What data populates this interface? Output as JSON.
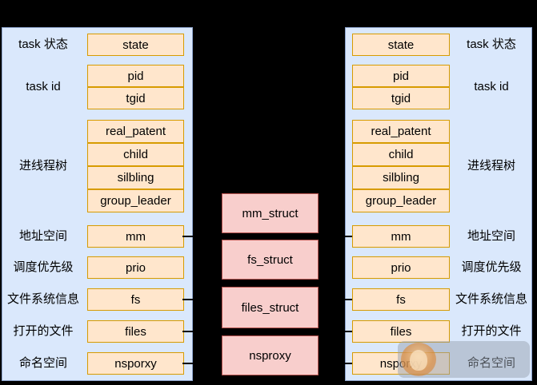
{
  "colors": {
    "background": "#000000",
    "panel_fill": "#dae8fc",
    "panel_border": "#8ca3cc",
    "field_box_fill": "#ffe6cc",
    "field_box_border": "#d79b00",
    "struct_box_fill": "#f8cecc",
    "struct_box_border": "#b85450",
    "text": "#000000"
  },
  "left": {
    "rows": [
      {
        "label": "task 状态",
        "boxes": [
          "state"
        ]
      },
      {
        "label": "task id",
        "boxes": [
          "pid",
          "tgid"
        ]
      },
      {
        "label": "进线程树",
        "boxes": [
          "real_patent",
          "child",
          "silbling",
          "group_leader"
        ]
      },
      {
        "label": "地址空间",
        "boxes": [
          "mm"
        ]
      },
      {
        "label": "调度优先级",
        "boxes": [
          "prio"
        ]
      },
      {
        "label": "文件系统信息",
        "boxes": [
          "fs"
        ]
      },
      {
        "label": "打开的文件",
        "boxes": [
          "files"
        ]
      },
      {
        "label": "命名空间",
        "boxes": [
          "nsporxy"
        ]
      }
    ]
  },
  "middle": {
    "boxes": [
      "mm_struct",
      "fs_struct",
      "files_struct",
      "nsproxy"
    ]
  },
  "right": {
    "rows": [
      {
        "label": "task 状态",
        "boxes": [
          "state"
        ]
      },
      {
        "label": "task id",
        "boxes": [
          "pid",
          "tgid"
        ]
      },
      {
        "label": "进线程树",
        "boxes": [
          "real_patent",
          "child",
          "silbling",
          "group_leader"
        ]
      },
      {
        "label": "地址空间",
        "boxes": [
          "mm"
        ]
      },
      {
        "label": "调度优先级",
        "boxes": [
          "prio"
        ]
      },
      {
        "label": "文件系统信息",
        "boxes": [
          "fs"
        ]
      },
      {
        "label": "打开的文件",
        "boxes": [
          "files"
        ]
      },
      {
        "label": "命名空间",
        "boxes": [
          "nsporxy"
        ]
      }
    ]
  },
  "watermark": {
    "icon": "logo-badge-icon"
  }
}
